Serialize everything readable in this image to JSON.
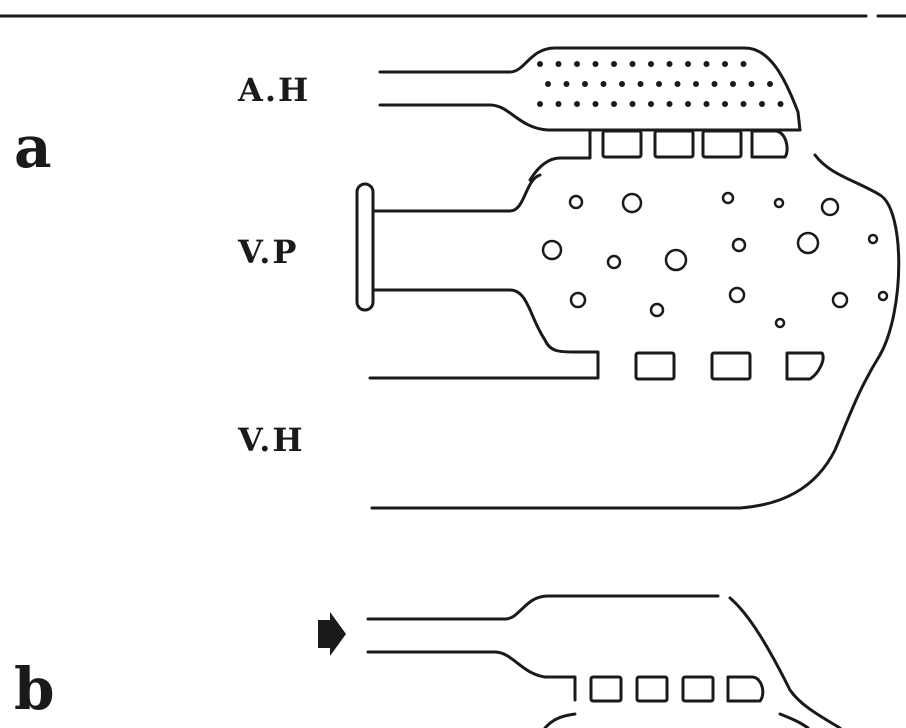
{
  "figure": {
    "panels": [
      {
        "id": "a",
        "label": "a"
      },
      {
        "id": "b",
        "label": "b"
      }
    ],
    "regions": {
      "ah": "A.H",
      "vp": "V.P",
      "vh": "V.H"
    }
  },
  "colors": {
    "ink": "#1a1a1a",
    "background": "#ffffff"
  }
}
